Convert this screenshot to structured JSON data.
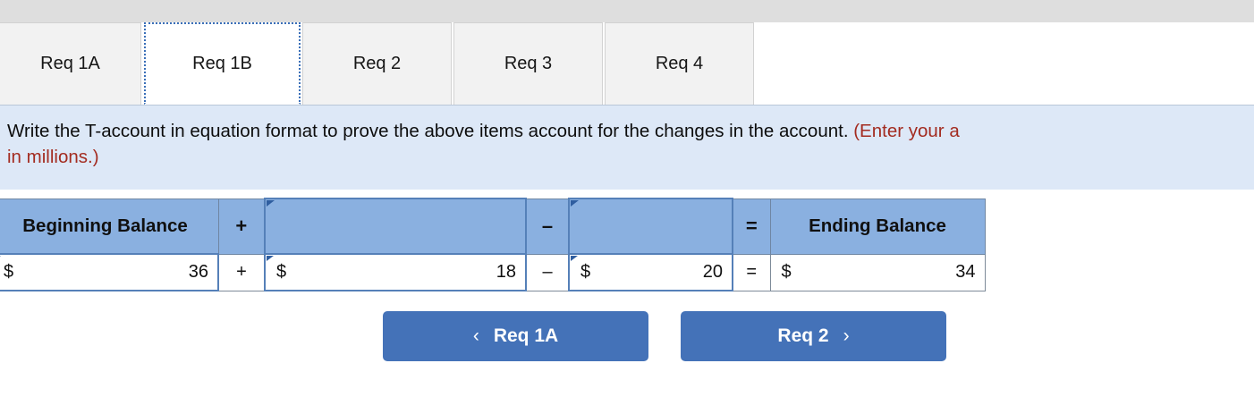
{
  "top_strip": {
    "present": true
  },
  "tabs": [
    {
      "label": "Req 1A",
      "active": false
    },
    {
      "label": "Req 1B",
      "active": true
    },
    {
      "label": "Req 2",
      "active": false
    },
    {
      "label": "Req 3",
      "active": false
    },
    {
      "label": "Req 4",
      "active": false
    }
  ],
  "instructions": {
    "line1_main": "Write the T-account in equation format to prove the above items account for the changes in the account.",
    "line1_hint": "(Enter your a",
    "line2_hint": "in millions.)"
  },
  "equation_table": {
    "headers": {
      "beginning_balance": "Beginning Balance",
      "plus": "+",
      "add_item": "",
      "minus": "–",
      "subtract_item": "",
      "equals": "=",
      "ending_balance": "Ending Balance"
    },
    "row": {
      "beginning_symbol": "$",
      "beginning_value": "36",
      "plus": "+",
      "add_symbol": "$",
      "add_value": "18",
      "minus": "–",
      "subtract_symbol": "$",
      "subtract_value": "20",
      "equals": "=",
      "ending_symbol": "$",
      "ending_value": "34"
    }
  },
  "navigation": {
    "prev_label": "Req 1A",
    "prev_icon": "‹",
    "next_label": "Req 2",
    "next_icon": "›"
  },
  "colors": {
    "header_blue": "#8ab0e0",
    "banner_blue": "#dde8f7",
    "button_blue": "#4472b8",
    "hint_red": "#a32b20",
    "input_border": "#5580b8"
  }
}
